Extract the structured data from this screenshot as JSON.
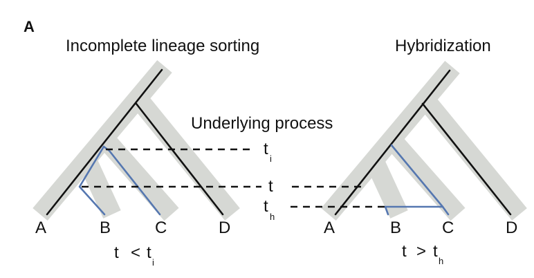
{
  "panel_label": "A",
  "left_title": "Incomplete lineage sorting",
  "right_title": "Hybridization",
  "process_label": "Underlying process",
  "time_labels": {
    "ti_main": "t",
    "ti_sub": "i",
    "t_main": "t",
    "th_main": "t",
    "th_sub": "h"
  },
  "left_leaves": [
    "A",
    "B",
    "C",
    "D"
  ],
  "right_leaves": [
    "A",
    "B",
    "C",
    "D"
  ],
  "left_condition": {
    "lhs": "t",
    "op": "<",
    "rhs": "t",
    "rhs_sub": "i"
  },
  "right_condition": {
    "lhs": "t",
    "op": ">",
    "rhs": "t",
    "rhs_sub": "h"
  },
  "colors": {
    "species_tree": "#d6d8d4",
    "gene_tree": "#111111",
    "introgression": "#5577b0",
    "text": "#111111"
  }
}
